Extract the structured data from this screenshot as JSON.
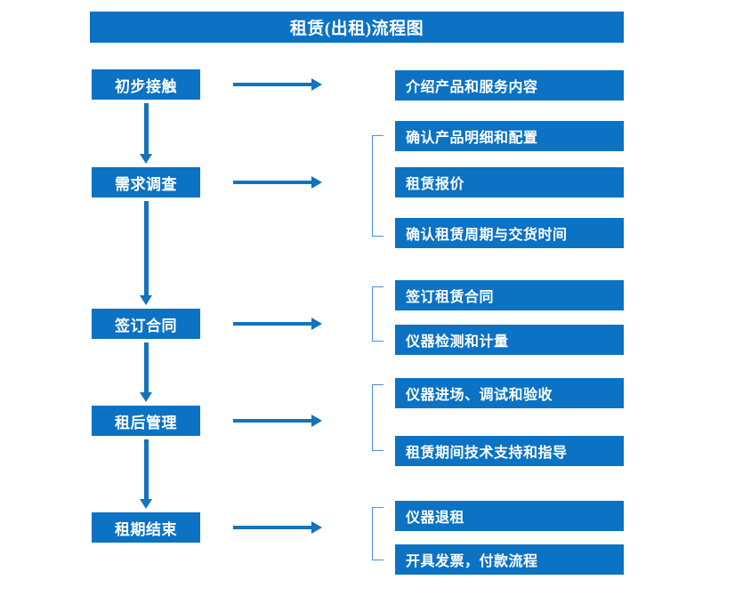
{
  "diagram": {
    "title": "租赁(出租)流程图",
    "accent_color": "#0B72C4",
    "arrow_color": "#1273BE",
    "bracket_color": "#4A90D9"
  },
  "stages": [
    {
      "label": "初步接触"
    },
    {
      "label": "需求调查"
    },
    {
      "label": "签订合同"
    },
    {
      "label": "租后管理"
    },
    {
      "label": "租期结束"
    }
  ],
  "details": [
    {
      "label": "介绍产品和服务内容"
    },
    {
      "label": "确认产品明细和配置"
    },
    {
      "label": "租赁报价"
    },
    {
      "label": "确认租赁周期与交货时间"
    },
    {
      "label": "签订租赁合同"
    },
    {
      "label": "仪器检测和计量"
    },
    {
      "label": "仪器进场、调试和验收"
    },
    {
      "label": "租赁期间技术支持和指导"
    },
    {
      "label": "仪器退租"
    },
    {
      "label": "开具发票，付款流程"
    }
  ]
}
